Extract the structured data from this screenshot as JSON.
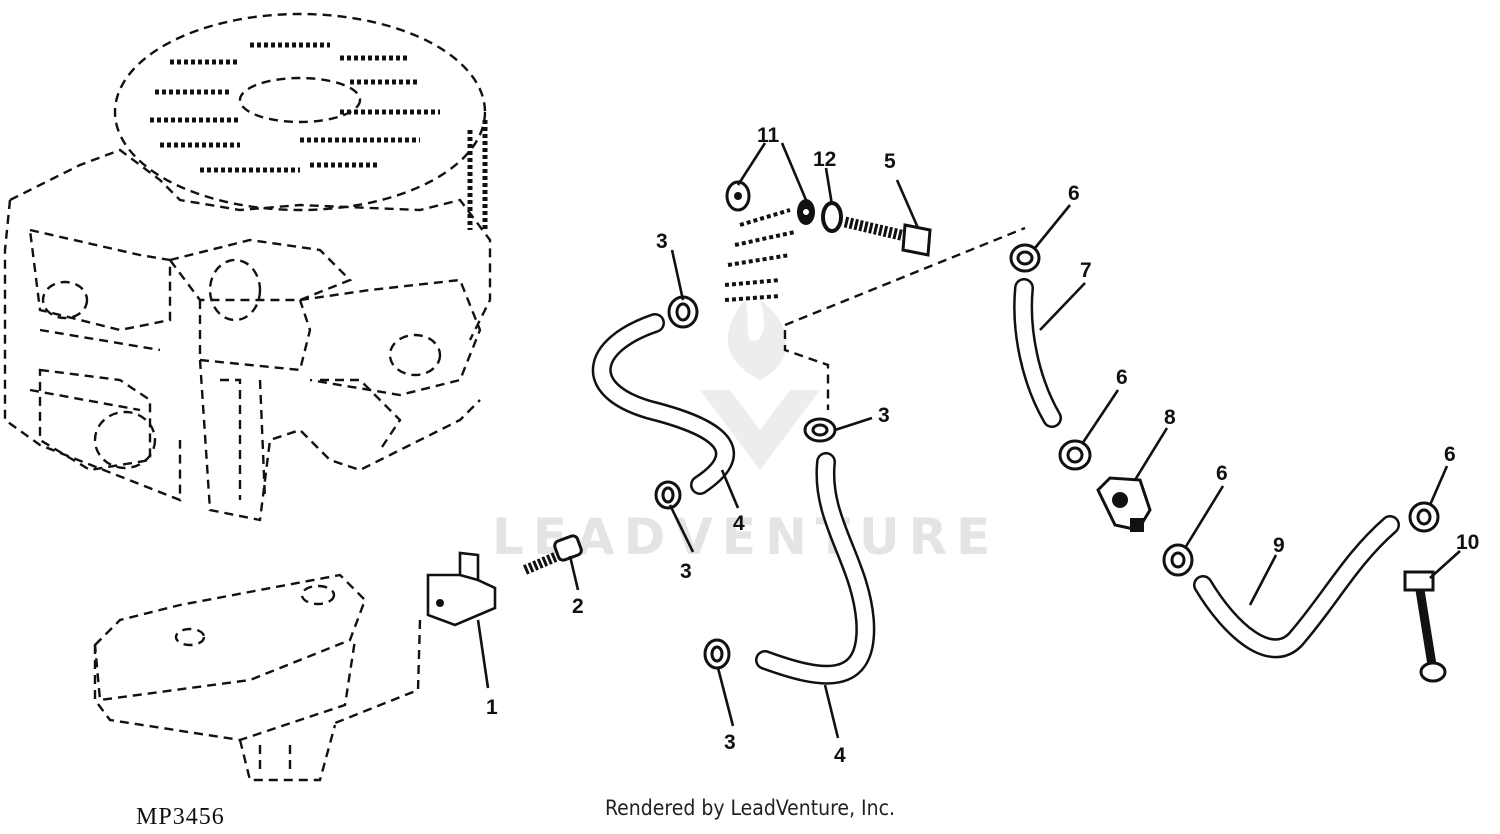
{
  "watermark": "LEADVENTURE",
  "figure_id": "MP3456",
  "footer": "Rendered by LeadVenture, Inc.",
  "callouts": {
    "c1": "1",
    "c2": "2",
    "c3a": "3",
    "c3b": "3",
    "c3c": "3",
    "c3d": "3",
    "c4a": "4",
    "c4b": "4",
    "c5": "5",
    "c6a": "6",
    "c6b": "6",
    "c6c": "6",
    "c6d": "6",
    "c7": "7",
    "c8": "8",
    "c9": "9",
    "c10": "10",
    "c11": "11",
    "c12": "12"
  }
}
